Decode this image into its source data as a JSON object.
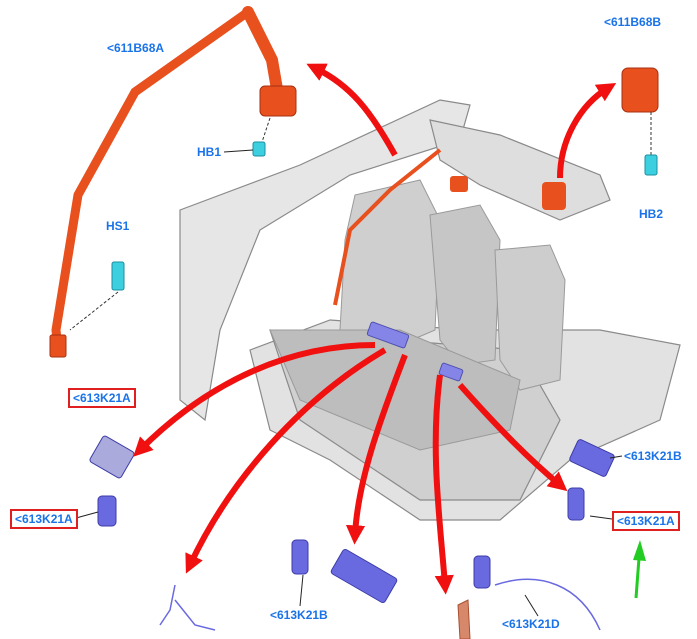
{
  "labels": {
    "b68a": "<611B68A",
    "b68b": "<611B68B",
    "hb1": "HB1",
    "hb2": "HB2",
    "hs1": "HS1",
    "k21a_1": "<613K21A",
    "k21a_2": "<613K21A",
    "k21a_3": "<613K21A",
    "k21b_1": "<613K21B",
    "k21b_2": "<613K21B",
    "k21d": "<613K21D"
  },
  "colors": {
    "label_text": "#1a73e8",
    "highlight_box": "#e02020",
    "callout_arrow": "#f01010",
    "seatbelt_parts": "#e8501e",
    "buckle_parts": "#6a6ae0",
    "fasteners": "#3ccfe0",
    "indicator_arrow": "#22cc22",
    "vehicle_body": "#d8d8d8"
  }
}
